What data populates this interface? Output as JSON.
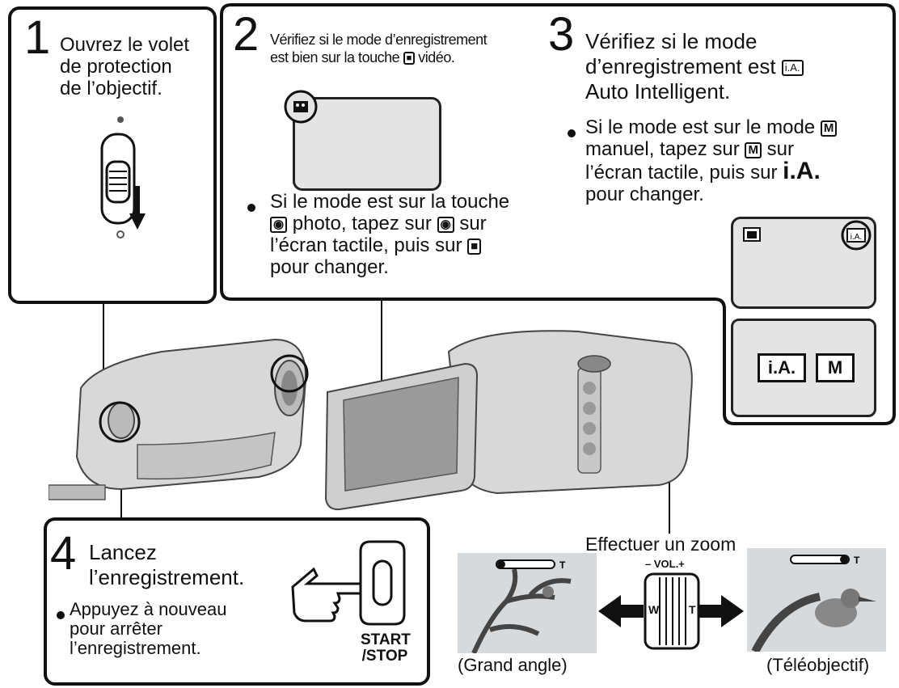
{
  "step1": {
    "number": "1",
    "text_lines": [
      "Ouvrez le volet",
      "de protection",
      "de l’objectif."
    ]
  },
  "step2": {
    "number": "2",
    "text_lines": [
      "Vérifiez si le mode d’enregistrement",
      "est bien sur la touche",
      "vidéo."
    ],
    "screen_icon": "video-camera-icon",
    "bullet_lines": [
      "Si le mode est sur la touche",
      "photo, tapez sur",
      "sur",
      "l’écran tactile, puis sur",
      "pour changer."
    ]
  },
  "step3": {
    "number": "3",
    "text_lines": [
      "Vérifiez si le mode",
      "d’enregistrement est",
      "Auto Intelligent."
    ],
    "ia_icon_text": "i.A.",
    "m_icon_text": "M",
    "bullet_lines": [
      "Si le mode est sur le mode",
      "manuel, tapez sur",
      "sur",
      "l’écran tactile, puis sur",
      "i.A.",
      "pour changer."
    ],
    "panel_buttons": [
      "i.A.",
      "M"
    ]
  },
  "step4": {
    "number": "4",
    "text_lines": [
      "Lancez",
      "l’enregistrement."
    ],
    "bullet_lines": [
      "Appuyez à nouveau",
      "pour arrêter",
      "l’enregistrement."
    ],
    "button_label_lines": [
      "START",
      "/STOP"
    ]
  },
  "zoom": {
    "title": "Effectuer un zoom",
    "vol_label": "– VOL.+",
    "w_label": "W",
    "t_label": "T",
    "wide_caption": "(Grand angle)",
    "tele_caption": "(Téléobjectif)"
  }
}
